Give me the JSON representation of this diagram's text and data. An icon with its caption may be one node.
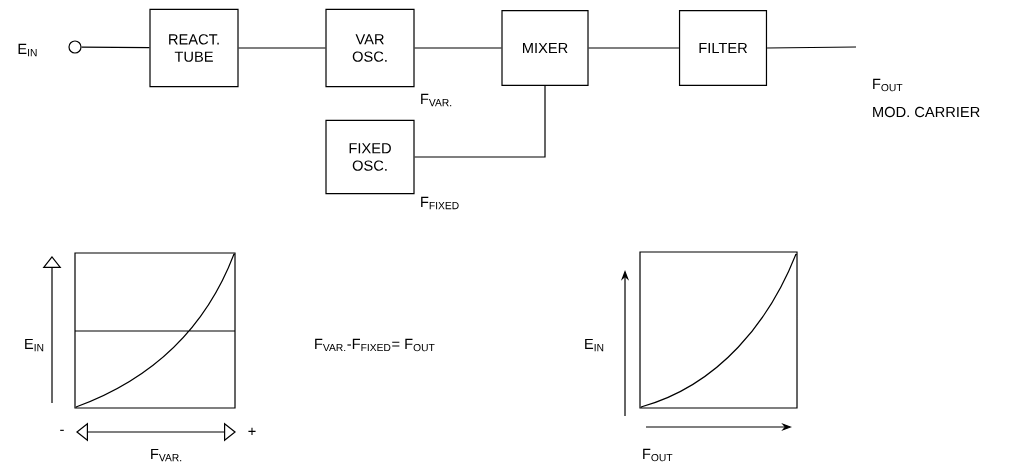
{
  "diagram": {
    "nodes": [
      {
        "text": [],
        "shape": "circle",
        "beside": [
          "E$_{IN}$"
        ]
      },
      {
        "text": [
          "REACT. TUBE"
        ]
      },
      {
        "text": [
          "VAR OSC."
        ],
        "beside": [
          "F$_{VAR.}$"
        ]
      },
      {
        "text": [
          "MIXER"
        ]
      },
      {
        "text": [
          "FILTER"
        ]
      },
      {
        "text": [
          "FIXED OSC."
        ],
        "beside": [
          "F$_{FIXED}$"
        ]
      }
    ],
    "edges": [
      {
        "from": 0,
        "to": 1,
        "arrow": "none"
      },
      {
        "from": 1,
        "to": 2,
        "arrow": "none"
      },
      {
        "from": 2,
        "to": 3,
        "arrow": "none"
      },
      {
        "from": 3,
        "to": 4,
        "arrow": "none"
      },
      {
        "from": 5,
        "to": 3,
        "arrow": "none"
      },
      {
        "from": 4,
        "to": null,
        "arrow": "none"
      }
    ],
    "labels": [
      "F$_{OUT}$",
      "MOD. CARRIER",
      "E$_{IN}$",
      "-",
      "+",
      "F$_{VAR.}$",
      "F$_{VAR.}$-F$_{FIXED}$= F$_{OUT}$",
      "E$_{IN}$",
      "F$_{OUT}$"
    ]
  }
}
